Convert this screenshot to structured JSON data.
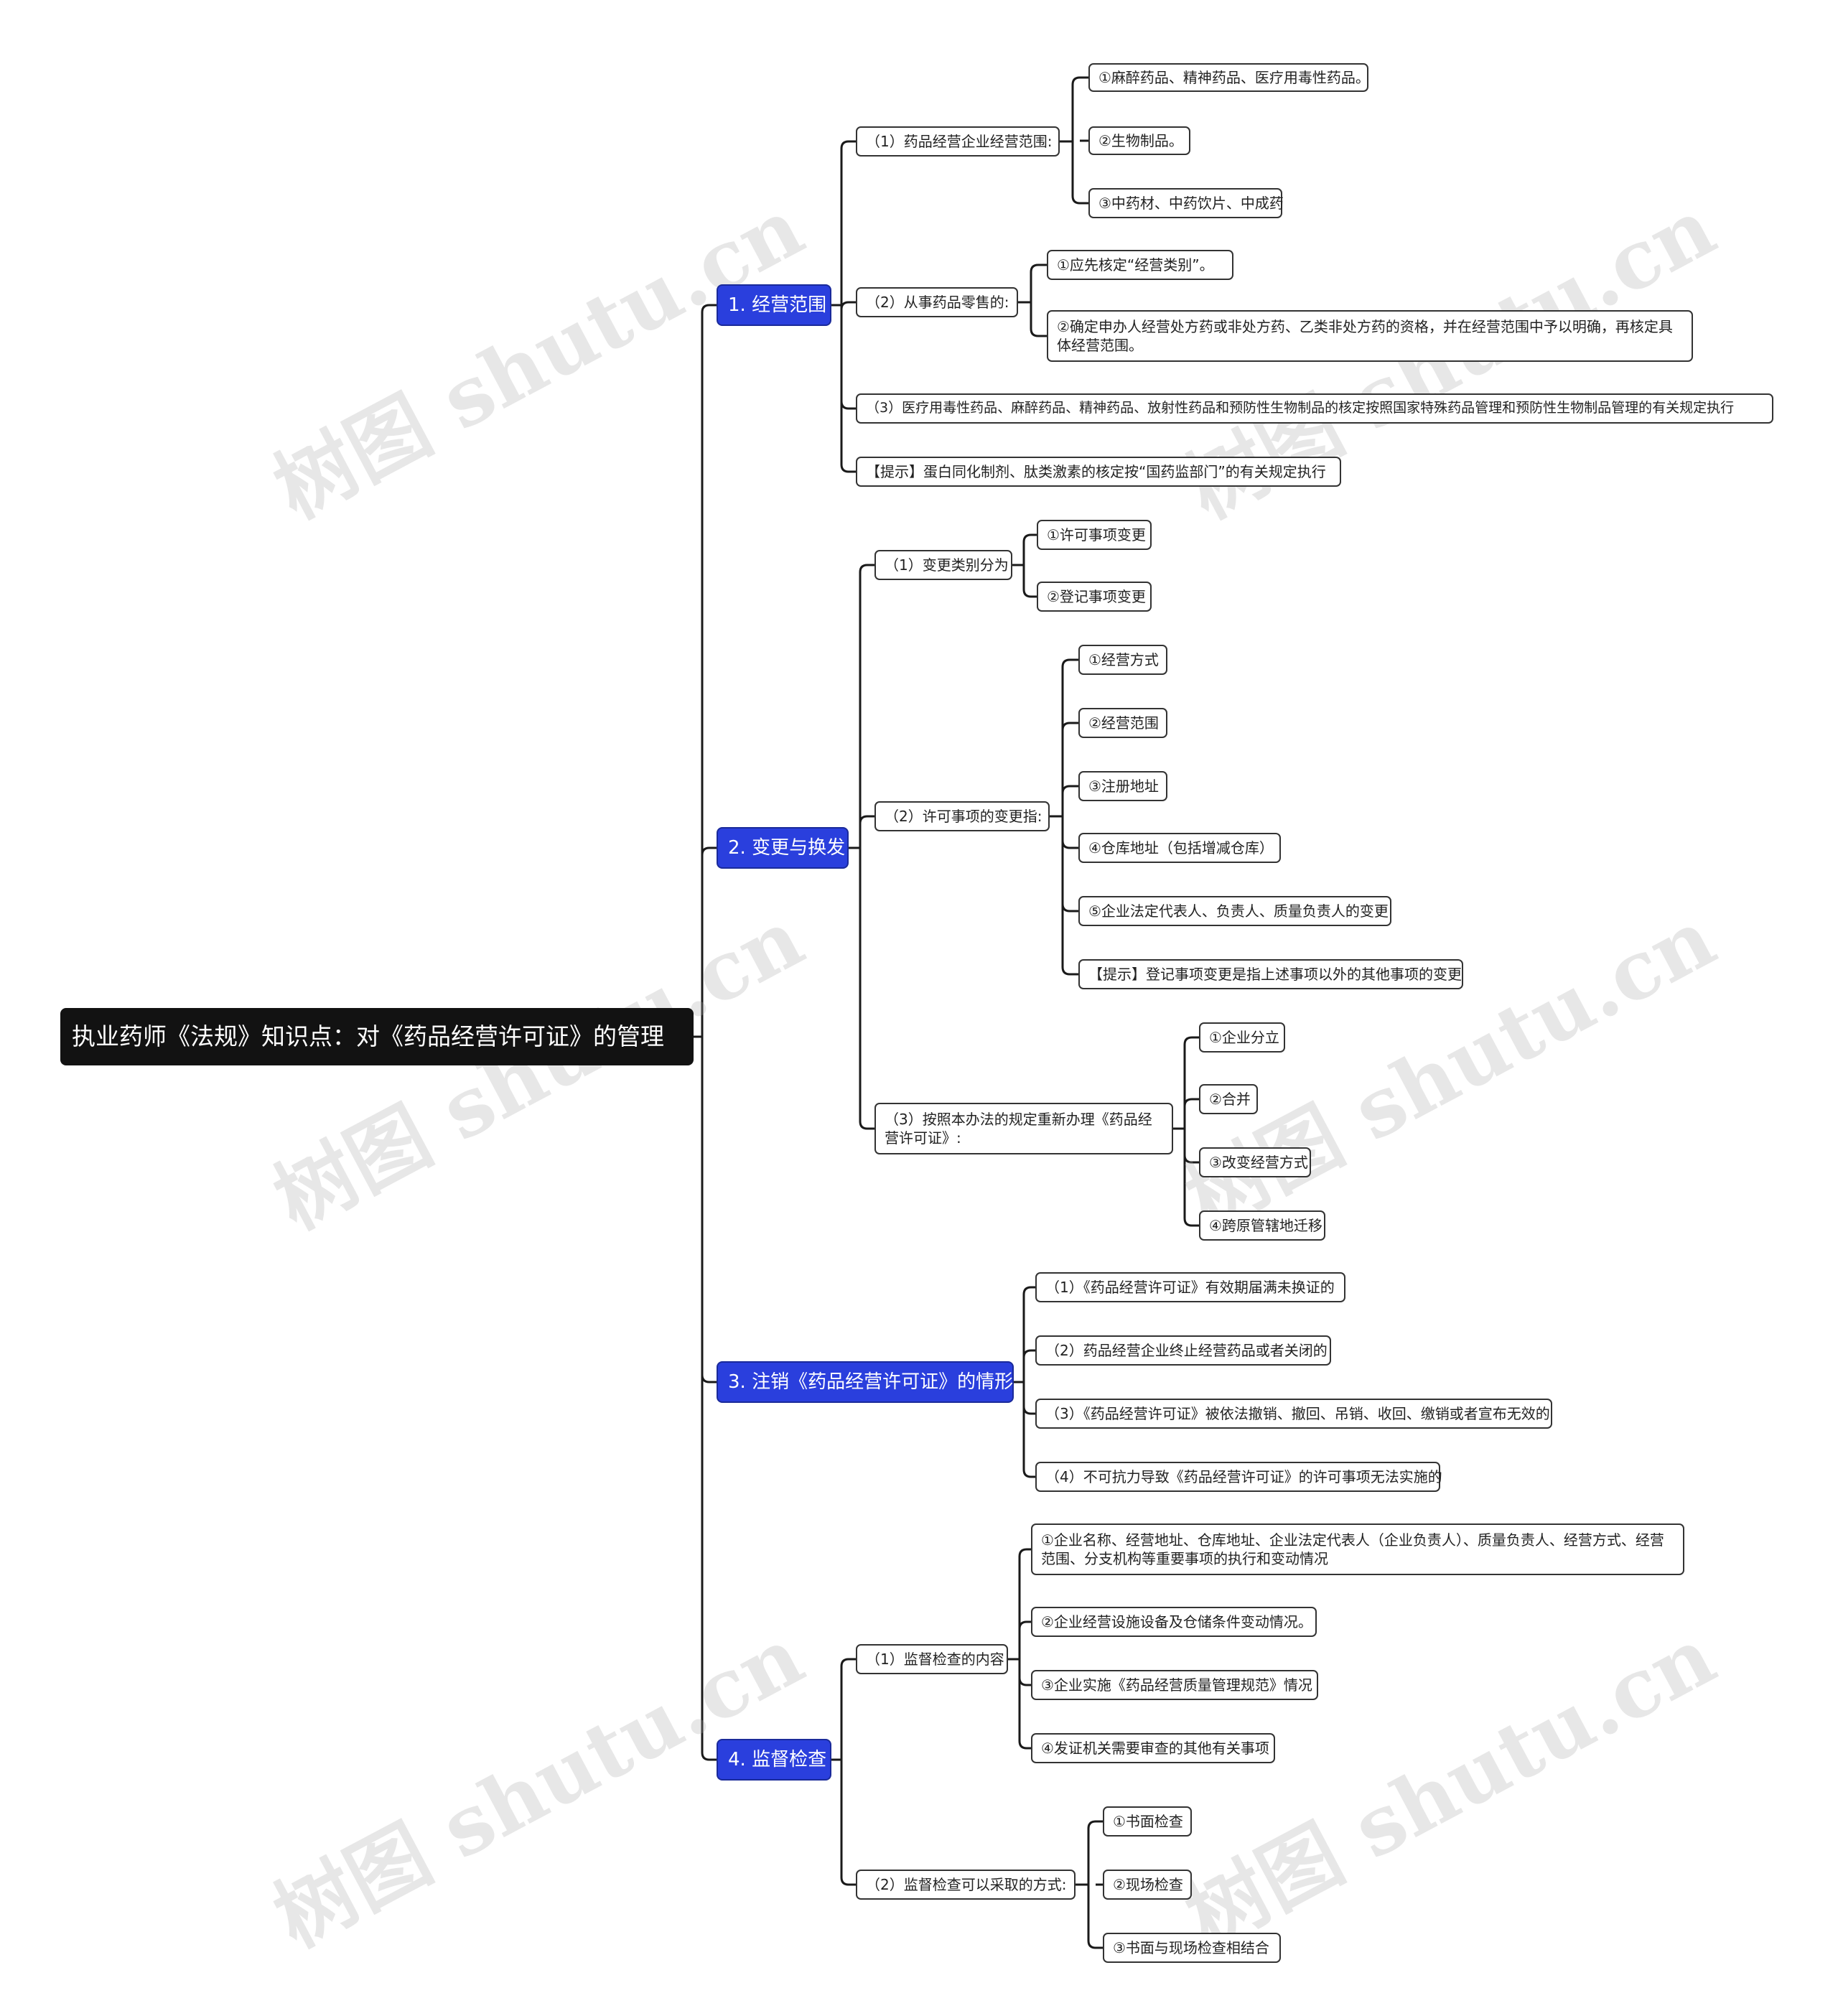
{
  "root": {
    "label": "执业药师《法规》知识点：对《药品经营许可证》的管理"
  },
  "watermark": "树图 shutu.cn",
  "branches": [
    {
      "label": "1. 经营范围",
      "children": [
        {
          "label": "（1）药品经营企业经营范围:",
          "children": [
            "①麻醉药品、精神药品、医疗用毒性药品。",
            "②生物制品。",
            "③中药材、中药饮片、中成药"
          ]
        },
        {
          "label": "（2）从事药品零售的:",
          "children": [
            "①应先核定“经营类别”。",
            "②确定申办人经营处方药或非处方药、乙类非处方药的资格，并在经营范围中予以明确，再核定具体经营范围。"
          ]
        },
        {
          "label": "（3）医疗用毒性药品、麻醉药品、精神药品、放射性药品和预防性生物制品的核定按照国家特殊药品管理和预防性生物制品管理的有关规定执行",
          "children": []
        },
        {
          "label": "【提示】蛋白同化制剂、肽类激素的核定按“国药监部门”的有关规定执行",
          "children": []
        }
      ]
    },
    {
      "label": "2. 变更与换发",
      "children": [
        {
          "label": "（1）变更类别分为",
          "children": [
            "①许可事项变更",
            "②登记事项变更"
          ]
        },
        {
          "label": "（2）许可事项的变更指:",
          "children": [
            "①经营方式",
            "②经营范围",
            "③注册地址",
            "④仓库地址（包括增减仓库）",
            "⑤企业法定代表人、负责人、质量负责人的变更",
            "【提示】登记事项变更是指上述事项以外的其他事项的变更"
          ]
        },
        {
          "label": "（3）按照本办法的规定重新办理《药品经营许可证》:",
          "children": [
            "①企业分立",
            "②合并",
            "③改变经营方式",
            "④跨原管辖地迁移"
          ]
        }
      ]
    },
    {
      "label": "3. 注销《药品经营许可证》的情形",
      "children": [
        {
          "label": "（1）《药品经营许可证》有效期届满未换证的",
          "children": []
        },
        {
          "label": "（2）药品经营企业终止经营药品或者关闭的",
          "children": []
        },
        {
          "label": "（3）《药品经营许可证》被依法撤销、撤回、吊销、收回、缴销或者宣布无效的",
          "children": []
        },
        {
          "label": "（4）不可抗力导致《药品经营许可证》的许可事项无法实施的",
          "children": []
        }
      ]
    },
    {
      "label": "4. 监督检查",
      "children": [
        {
          "label": "（1）监督检查的内容",
          "children": [
            "①企业名称、经营地址、仓库地址、企业法定代表人（企业负责人）、质量负责人、经营方式、经营范围、分支机构等重要事项的执行和变动情况",
            "②企业经营设施设备及仓储条件变动情况。",
            "③企业实施《药品经营质量管理规范》情况",
            "④发证机关需要审查的其他有关事项"
          ]
        },
        {
          "label": "（2）监督检查可以采取的方式:",
          "children": [
            "①书面检查",
            "②现场检查",
            "③书面与现场检查相结合"
          ]
        }
      ]
    }
  ]
}
